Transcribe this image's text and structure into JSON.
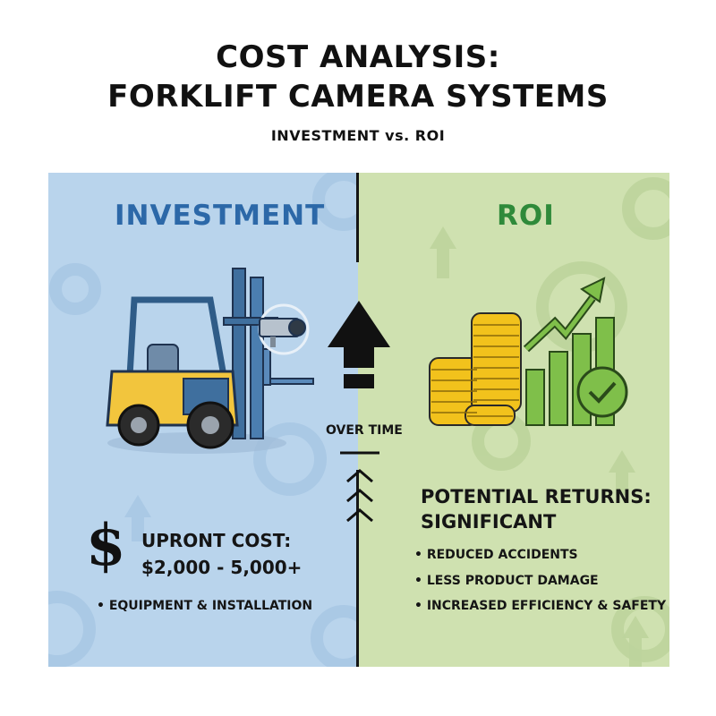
{
  "header": {
    "title_line1": "COST ANALYSIS:",
    "title_line2": "FORKLIFT CAMERA SYSTEMS",
    "subtitle": "INVESTMENT vs. ROI"
  },
  "investment": {
    "heading": "INVESTMENT",
    "cost_label": "UPRONT COST:",
    "cost_value": "$2,000 - 5,000+",
    "bullet": "• EQUIPMENT & INSTALLATION",
    "panel_color": "#b9d4ec",
    "heading_color": "#2c68a8"
  },
  "roi": {
    "heading": "ROI",
    "returns_line1": "POTENTIAL RETURNS:",
    "returns_line2": "SIGNIFICANT",
    "bullets": [
      "• REDUCED ACCIDENTS",
      "• LESS PRODUCT DAMAGE",
      "• INCREASED EFFICIENCY & SAFETY"
    ],
    "panel_color": "#cfe1b0",
    "heading_color": "#2f8a3a"
  },
  "center": {
    "label": "OVER TIME",
    "icon": "up-arrow-icon"
  },
  "icons": [
    "forklift-icon",
    "camera-icon",
    "dollar-icon",
    "coin-stack-icon",
    "bar-chart-icon",
    "check-icon",
    "gear-icon",
    "chevron-up-icon"
  ]
}
